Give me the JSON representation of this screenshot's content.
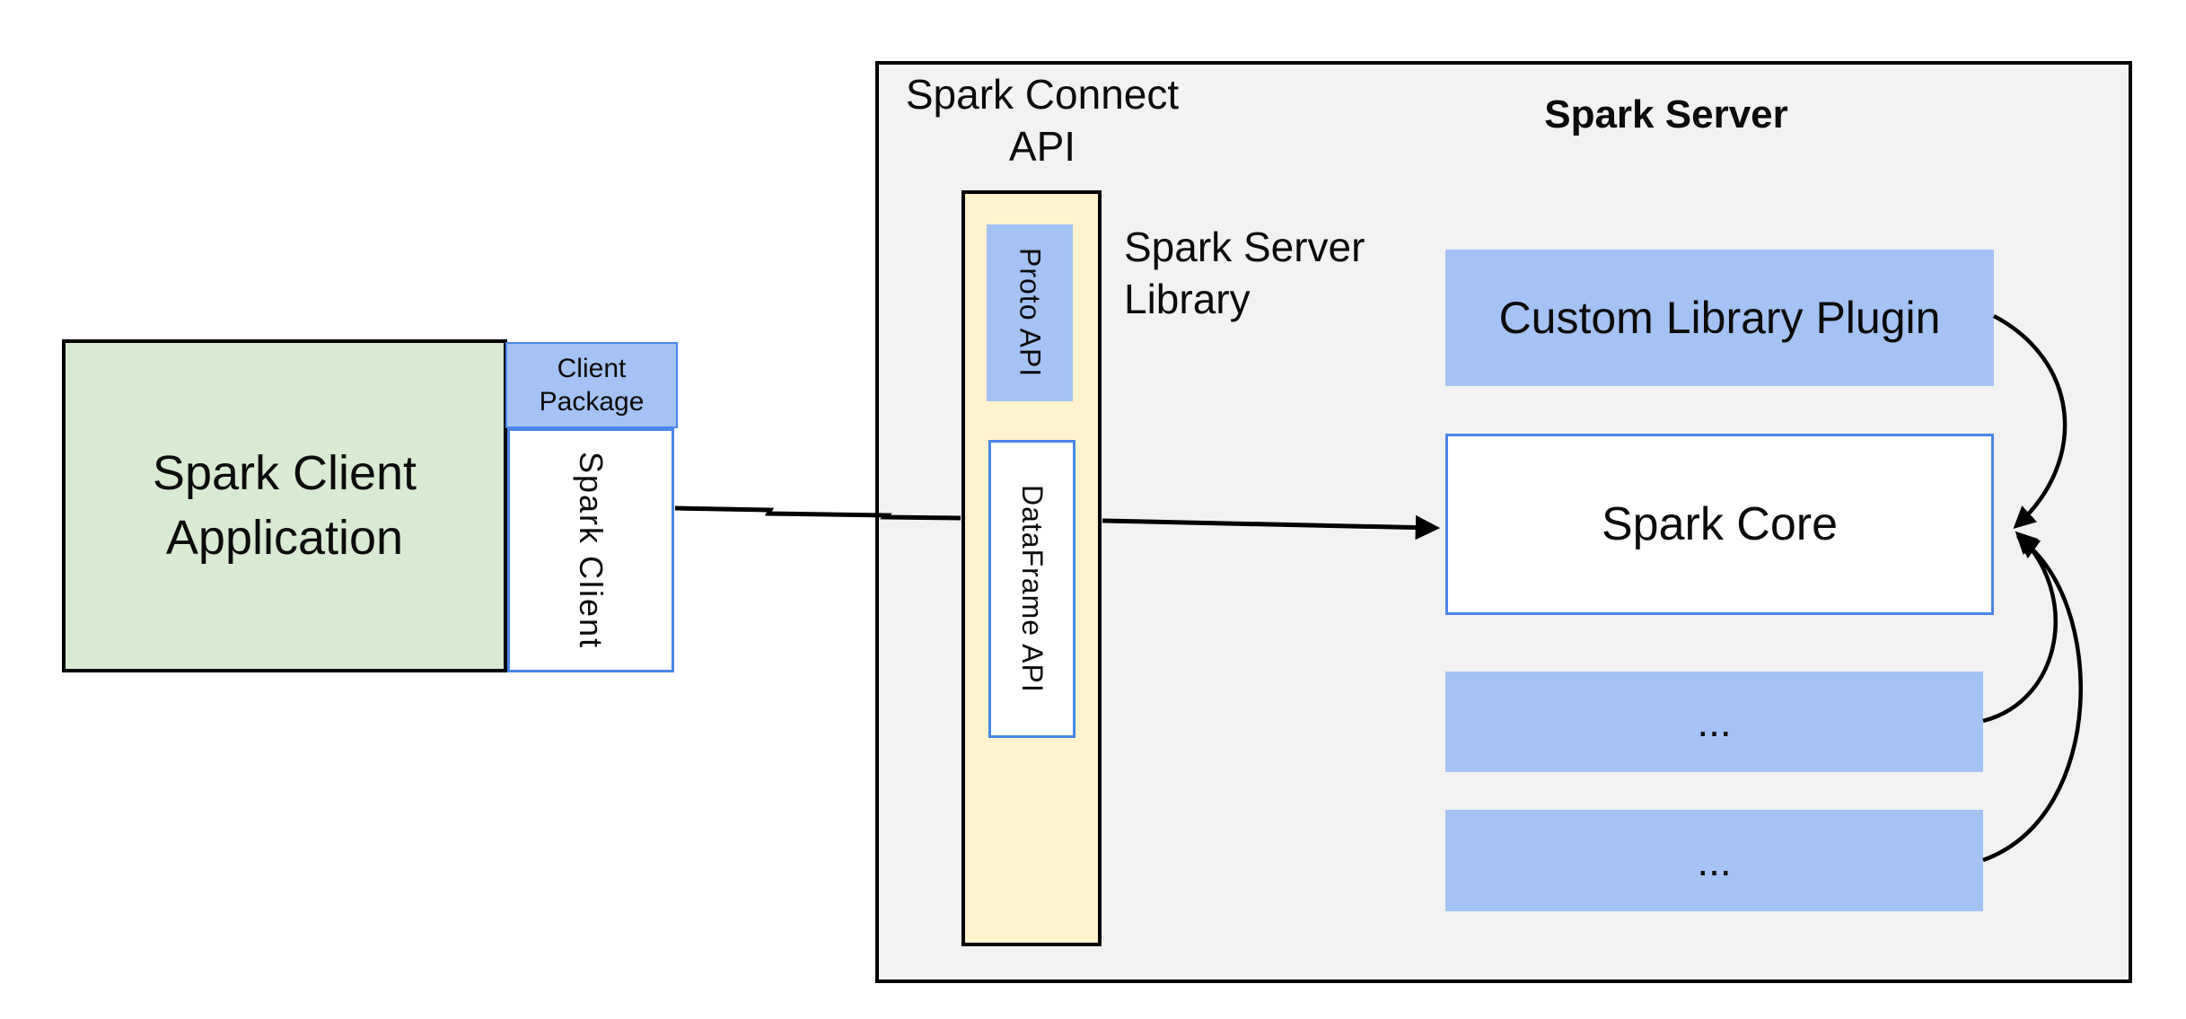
{
  "diagram": {
    "client_app_label": "Spark Client\nApplication",
    "client_package_label": "Client\nPackage",
    "spark_client_label": "Spark Client",
    "connect_api_label": "Spark Connect\nAPI",
    "spark_server_title": "Spark Server",
    "server_library_label": "Spark Server\nLibrary",
    "proto_api_label": "Proto API",
    "dataframe_api_label": "DataFrame API",
    "custom_plugin_label": "Custom Library Plugin",
    "spark_core_label": "Spark Core",
    "ellipsis_box_1": "...",
    "ellipsis_box_2": "..."
  },
  "colors": {
    "blue_fill": "#a4c2f4",
    "blue_border": "#4a86e8",
    "green_fill": "#d9ead3",
    "yellow_fill": "#fff2cc",
    "container_fill": "#f2f2f2",
    "connector": "#000000"
  }
}
